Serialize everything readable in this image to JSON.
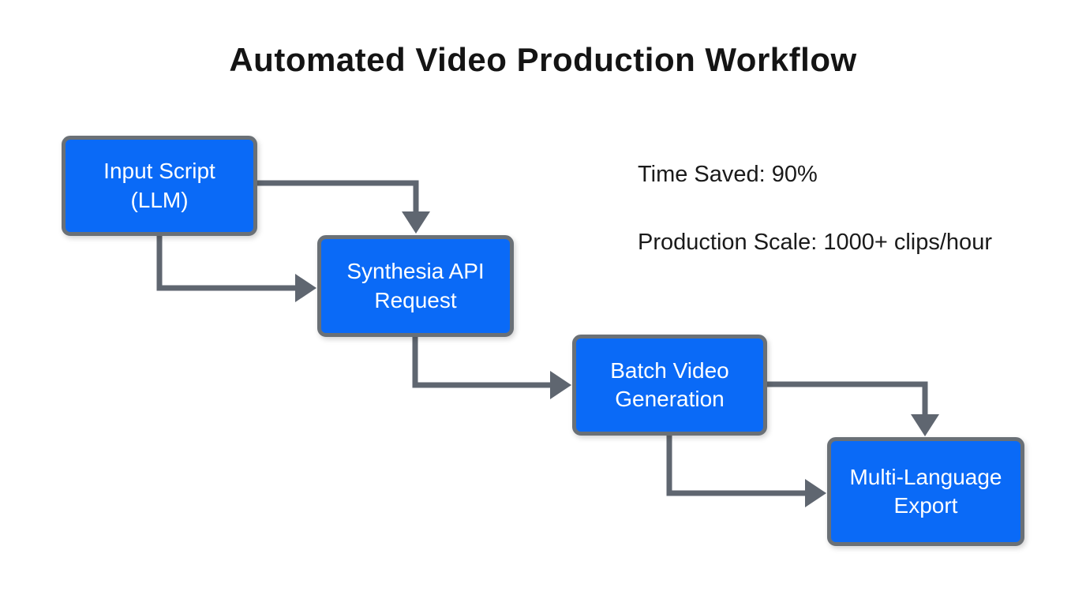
{
  "title": "Automated Video Production Workflow",
  "diagram": {
    "nodes": [
      {
        "id": "input-script",
        "label": "Input Script (LLM)"
      },
      {
        "id": "synthesia-api",
        "label": "Synthesia API Request"
      },
      {
        "id": "batch-video",
        "label": "Batch Video Generation"
      },
      {
        "id": "multi-language",
        "label": "Multi-Language Export"
      }
    ],
    "edges": [
      {
        "from": "input-script",
        "to": "synthesia-api",
        "route": "right-then-down"
      },
      {
        "from": "input-script",
        "to": "synthesia-api",
        "route": "down-then-right"
      },
      {
        "from": "synthesia-api",
        "to": "batch-video",
        "route": "down-then-right"
      },
      {
        "from": "batch-video",
        "to": "multi-language",
        "route": "right-then-down"
      },
      {
        "from": "batch-video",
        "to": "multi-language",
        "route": "down-then-right"
      }
    ],
    "annotations": [
      "Time Saved: 90%",
      "Production Scale: 1000+ clips/hour"
    ]
  },
  "colors": {
    "background": "#ffffff",
    "node_fill": "#0a6af7",
    "node_border": "#6a7076",
    "node_text": "#ffffff",
    "connector": "#5f6670",
    "title_text": "#141414",
    "annotation_text": "#1a1a1a"
  }
}
